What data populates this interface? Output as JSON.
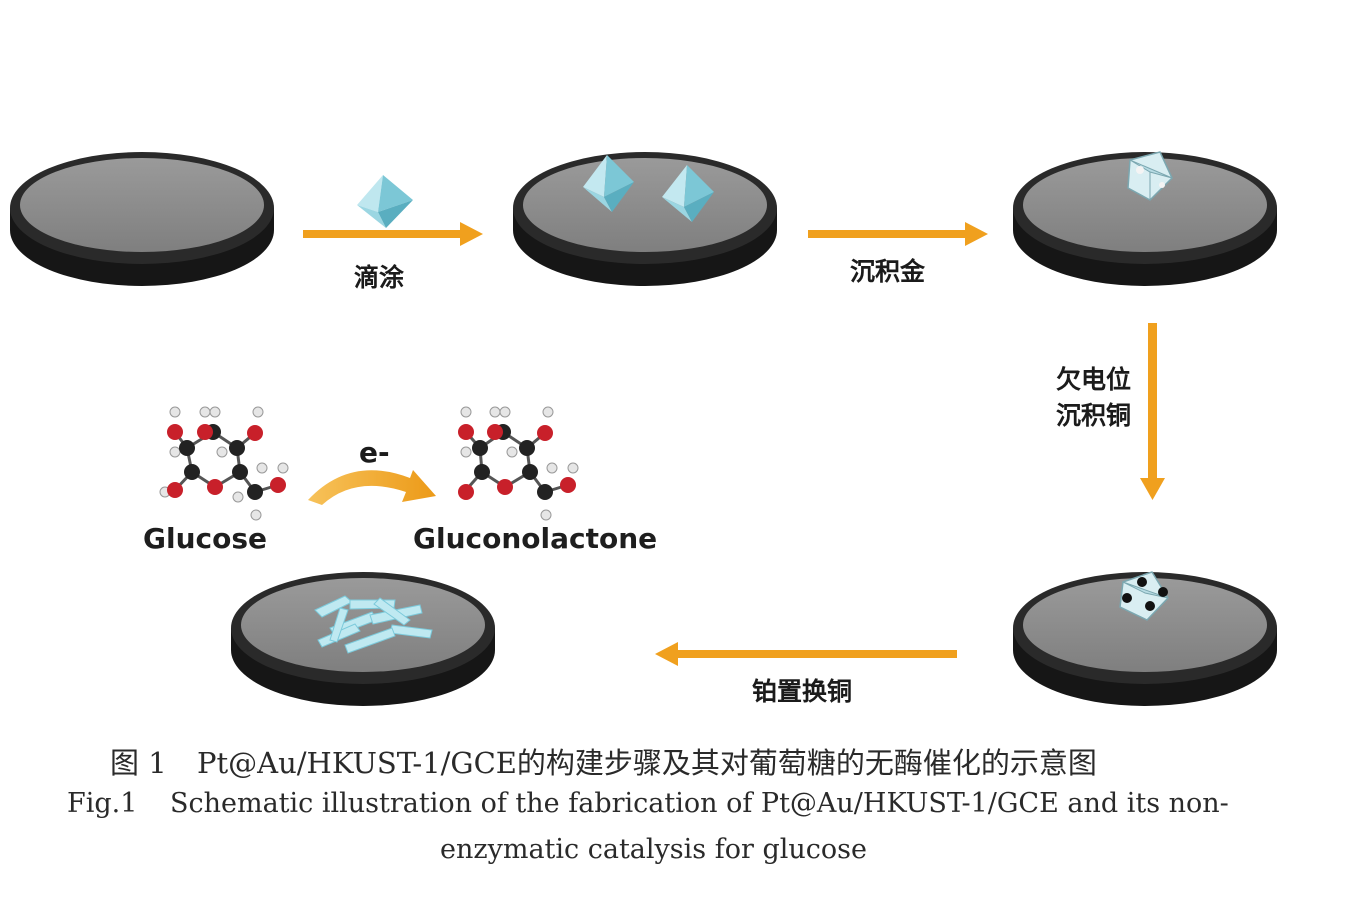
{
  "diagram": {
    "steps": {
      "drop_cast": "滴涂",
      "deposit_gold": "沉积金",
      "upd_copper_line1": "欠电位",
      "upd_copper_line2": "沉积铜",
      "pt_replace_copper": "铂置换铜"
    },
    "reaction": {
      "electron": "e-",
      "reactant": "Glucose",
      "product": "Gluconolactone"
    },
    "colors": {
      "arrow": "#f0a01e",
      "electrode_body": "#1a1a1a",
      "electrode_surface": "#8f8f8f",
      "crystal": "#8fd3e0",
      "oxygen_atom": "#c8202a",
      "carbon_atom": "#222222",
      "hydrogen_atom": "#e6e6e6"
    }
  },
  "caption": {
    "zh_label": "图 1",
    "zh_text": "Pt@Au/HKUST-1/GCE的构建步骤及其对葡萄糖的无酶催化的示意图",
    "en_label": "Fig.1",
    "en_text_line1": "Schematic illustration of the fabrication of Pt@Au/HKUST-1/GCE and its non-",
    "en_text_line2": "enzymatic catalysis for glucose"
  }
}
